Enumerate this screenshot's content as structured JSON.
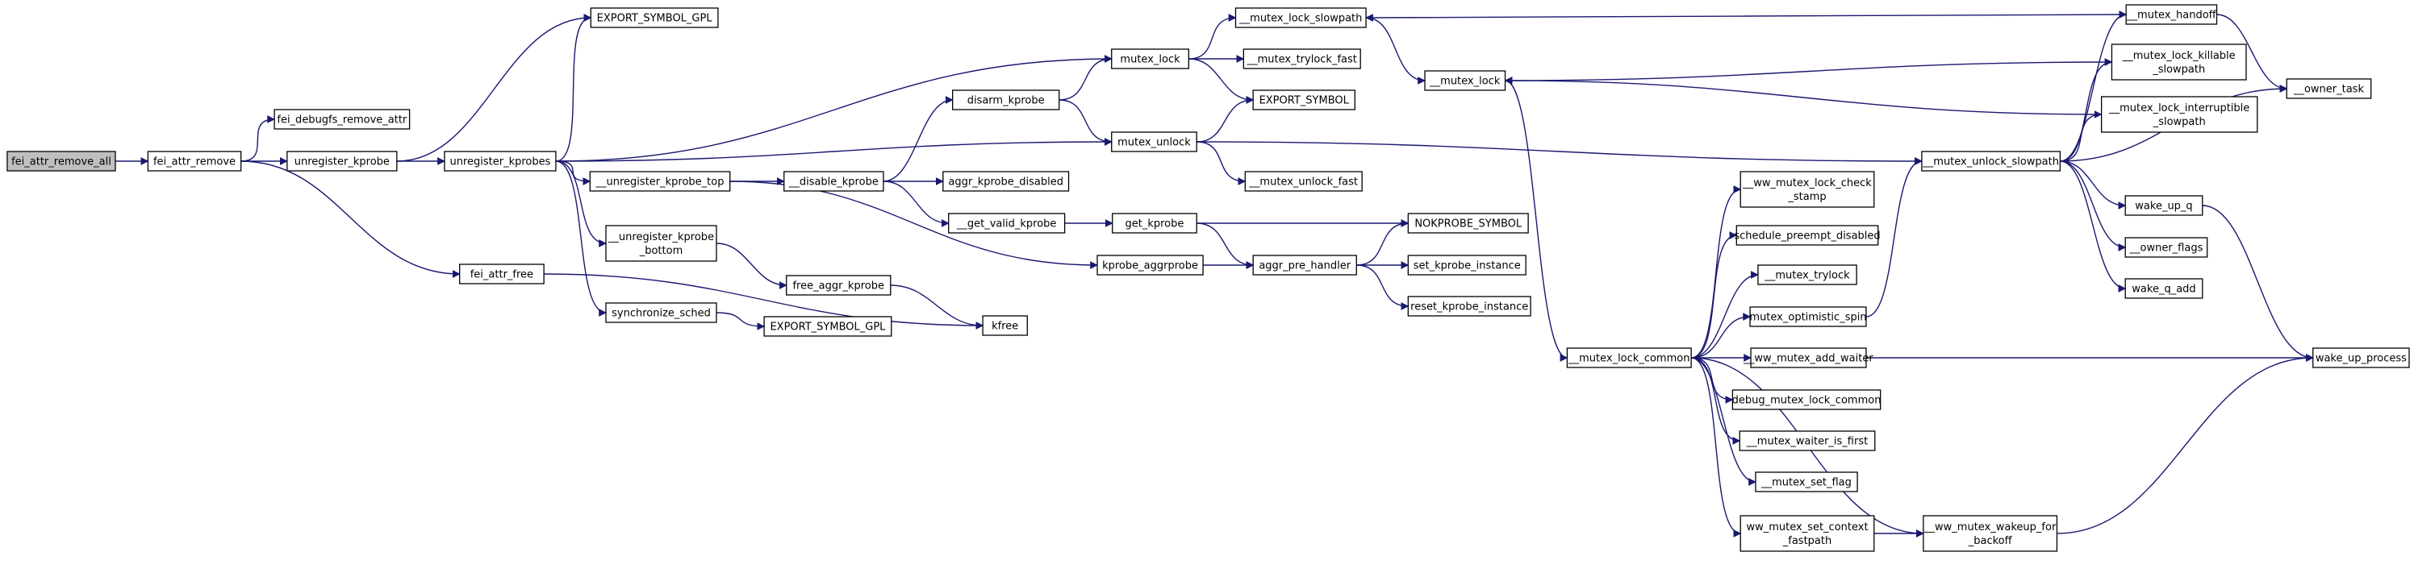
{
  "colors": {
    "edge": "#191970",
    "node_fill": "#ffffff",
    "root_fill": "#bfbfbf",
    "border": "#000000",
    "highlight_border": "#ff0000"
  },
  "nodes": {
    "fei_attr_remove_all": {
      "lines": [
        "fei_attr_remove_all"
      ]
    },
    "fei_attr_remove": {
      "lines": [
        "fei_attr_remove"
      ]
    },
    "fei_debugfs_remove_attr": {
      "lines": [
        "fei_debugfs_remove_attr"
      ]
    },
    "unregister_kprobe": {
      "lines": [
        "unregister_kprobe"
      ]
    },
    "fei_attr_free": {
      "lines": [
        "fei_attr_free"
      ]
    },
    "unregister_kprobes": {
      "lines": [
        "unregister_kprobes"
      ]
    },
    "export_symbol_gpl_1": {
      "lines": [
        "EXPORT_SYMBOL_GPL"
      ]
    },
    "unregister_kprobe_top": {
      "lines": [
        "__unregister_kprobe_top"
      ]
    },
    "unregister_kprobe_bottom": {
      "lines": [
        "__unregister_kprobe",
        "_bottom"
      ]
    },
    "synchronize_sched": {
      "lines": [
        "synchronize_sched"
      ]
    },
    "export_symbol_gpl_2": {
      "lines": [
        "EXPORT_SYMBOL_GPL"
      ]
    },
    "free_aggr_kprobe": {
      "lines": [
        "free_aggr_kprobe"
      ]
    },
    "kfree": {
      "lines": [
        "kfree"
      ]
    },
    "disable_kprobe": {
      "lines": [
        "__disable_kprobe"
      ]
    },
    "disarm_kprobe": {
      "lines": [
        "disarm_kprobe"
      ]
    },
    "aggr_kprobe_disabled": {
      "lines": [
        "aggr_kprobe_disabled"
      ]
    },
    "get_valid_kprobe": {
      "lines": [
        "__get_valid_kprobe"
      ]
    },
    "get_kprobe": {
      "lines": [
        "get_kprobe"
      ]
    },
    "kprobe_aggrprobe": {
      "lines": [
        "kprobe_aggrprobe"
      ]
    },
    "aggr_pre_handler": {
      "lines": [
        "aggr_pre_handler"
      ]
    },
    "nokprobe_symbol": {
      "lines": [
        "NOKPROBE_SYMBOL"
      ]
    },
    "set_kprobe_instance": {
      "lines": [
        "set_kprobe_instance"
      ]
    },
    "reset_kprobe_instance": {
      "lines": [
        "reset_kprobe_instance"
      ]
    },
    "mutex_lock": {
      "lines": [
        "mutex_lock"
      ]
    },
    "mutex_unlock": {
      "lines": [
        "mutex_unlock"
      ]
    },
    "mutex_lock_slowpath": {
      "lines": [
        "__mutex_lock_slowpath"
      ]
    },
    "mutex_trylock_fast": {
      "lines": [
        "__mutex_trylock_fast"
      ]
    },
    "export_symbol": {
      "lines": [
        "EXPORT_SYMBOL"
      ]
    },
    "mutex_unlock_fast": {
      "lines": [
        "__mutex_unlock_fast"
      ]
    },
    "mutex_lock_inner": {
      "lines": [
        "__mutex_lock"
      ]
    },
    "mutex_lock_common": {
      "lines": [
        "__mutex_lock_common"
      ]
    },
    "ww_mutex_lock_check_stamp": {
      "lines": [
        "__ww_mutex_lock_check",
        "_stamp"
      ]
    },
    "schedule_preempt_disabled": {
      "lines": [
        "schedule_preempt_disabled"
      ]
    },
    "mutex_trylock": {
      "lines": [
        "__mutex_trylock"
      ]
    },
    "mutex_optimistic_spin": {
      "lines": [
        "mutex_optimistic_spin"
      ]
    },
    "ww_mutex_add_waiter": {
      "lines": [
        "__ww_mutex_add_waiter"
      ]
    },
    "debug_mutex_lock_common": {
      "lines": [
        "debug_mutex_lock_common"
      ]
    },
    "mutex_waiter_is_first": {
      "lines": [
        "__mutex_waiter_is_first"
      ]
    },
    "mutex_set_flag": {
      "lines": [
        "__mutex_set_flag"
      ]
    },
    "ww_mutex_set_context_fastpath": {
      "lines": [
        "ww_mutex_set_context",
        "_fastpath"
      ]
    },
    "ww_mutex_wakeup_for_backoff": {
      "lines": [
        "__ww_mutex_wakeup_for",
        "_backoff"
      ]
    },
    "mutex_handoff": {
      "lines": [
        "__mutex_handoff"
      ]
    },
    "mutex_lock_killable_slowpath": {
      "lines": [
        "__mutex_lock_killable",
        "_slowpath"
      ]
    },
    "mutex_lock_interruptible_slowpath": {
      "lines": [
        "__mutex_lock_interruptible",
        "_slowpath"
      ]
    },
    "mutex_unlock_slowpath": {
      "lines": [
        "__mutex_unlock_slowpath"
      ]
    },
    "owner_task": {
      "lines": [
        "__owner_task"
      ]
    },
    "wake_up_q": {
      "lines": [
        "wake_up_q"
      ]
    },
    "owner_flags": {
      "lines": [
        "__owner_flags"
      ]
    },
    "wake_q_add": {
      "lines": [
        "wake_q_add"
      ]
    },
    "wake_up_process": {
      "lines": [
        "wake_up_process"
      ]
    }
  },
  "edges": [
    [
      "fei_attr_remove_all",
      "fei_attr_remove"
    ],
    [
      "fei_attr_remove",
      "fei_debugfs_remove_attr"
    ],
    [
      "fei_attr_remove",
      "unregister_kprobe"
    ],
    [
      "fei_attr_remove",
      "fei_attr_free"
    ],
    [
      "unregister_kprobe",
      "unregister_kprobes"
    ],
    [
      "unregister_kprobes",
      "export_symbol_gpl_1"
    ],
    [
      "unregister_kprobe",
      "export_symbol_gpl_1"
    ],
    [
      "unregister_kprobes",
      "mutex_lock"
    ],
    [
      "unregister_kprobes",
      "mutex_unlock"
    ],
    [
      "unregister_kprobes",
      "unregister_kprobe_top"
    ],
    [
      "unregister_kprobes",
      "unregister_kprobe_bottom"
    ],
    [
      "unregister_kprobes",
      "synchronize_sched"
    ],
    [
      "unregister_kprobe_top",
      "disable_kprobe"
    ],
    [
      "unregister_kprobe_top",
      "kprobe_aggrprobe"
    ],
    [
      "unregister_kprobe_bottom",
      "free_aggr_kprobe"
    ],
    [
      "synchronize_sched",
      "export_symbol_gpl_2"
    ],
    [
      "free_aggr_kprobe",
      "kfree"
    ],
    [
      "fei_attr_free",
      "kfree"
    ],
    [
      "disable_kprobe",
      "disarm_kprobe"
    ],
    [
      "disable_kprobe",
      "aggr_kprobe_disabled"
    ],
    [
      "disable_kprobe",
      "get_valid_kprobe"
    ],
    [
      "disarm_kprobe",
      "mutex_lock"
    ],
    [
      "disarm_kprobe",
      "mutex_unlock"
    ],
    [
      "get_valid_kprobe",
      "get_kprobe"
    ],
    [
      "get_kprobe",
      "nokprobe_symbol"
    ],
    [
      "get_kprobe",
      "aggr_pre_handler"
    ],
    [
      "kprobe_aggrprobe",
      "aggr_pre_handler"
    ],
    [
      "aggr_pre_handler",
      "nokprobe_symbol"
    ],
    [
      "aggr_pre_handler",
      "set_kprobe_instance"
    ],
    [
      "aggr_pre_handler",
      "reset_kprobe_instance"
    ],
    [
      "mutex_lock",
      "mutex_lock_slowpath"
    ],
    [
      "mutex_lock",
      "mutex_trylock_fast"
    ],
    [
      "mutex_lock",
      "export_symbol"
    ],
    [
      "mutex_unlock",
      "export_symbol"
    ],
    [
      "mutex_unlock",
      "mutex_unlock_fast"
    ],
    [
      "mutex_unlock",
      "mutex_unlock_slowpath"
    ],
    [
      "mutex_lock_slowpath",
      "mutex_lock_inner"
    ],
    [
      "mutex_lock_inner",
      "mutex_lock_common"
    ],
    [
      "mutex_handoff",
      "mutex_lock_slowpath"
    ],
    [
      "mutex_handoff",
      "owner_task"
    ],
    [
      "mutex_lock_killable_slowpath",
      "mutex_lock_inner"
    ],
    [
      "mutex_lock_interruptible_slowpath",
      "mutex_lock_inner"
    ],
    [
      "mutex_lock_common",
      "ww_mutex_lock_check_stamp"
    ],
    [
      "mutex_lock_common",
      "schedule_preempt_disabled"
    ],
    [
      "mutex_lock_common",
      "mutex_trylock"
    ],
    [
      "mutex_lock_common",
      "mutex_optimistic_spin"
    ],
    [
      "mutex_lock_common",
      "ww_mutex_add_waiter"
    ],
    [
      "mutex_lock_common",
      "debug_mutex_lock_common"
    ],
    [
      "mutex_lock_common",
      "mutex_waiter_is_first"
    ],
    [
      "mutex_lock_common",
      "mutex_set_flag"
    ],
    [
      "mutex_lock_common",
      "ww_mutex_set_context_fastpath"
    ],
    [
      "mutex_lock_common",
      "ww_mutex_wakeup_for_backoff"
    ],
    [
      "ww_mutex_set_context_fastpath",
      "ww_mutex_wakeup_for_backoff"
    ],
    [
      "mutex_optimistic_spin",
      "mutex_unlock_slowpath"
    ],
    [
      "ww_mutex_add_waiter",
      "wake_up_process"
    ],
    [
      "ww_mutex_wakeup_for_backoff",
      "wake_up_process"
    ],
    [
      "mutex_unlock_slowpath",
      "mutex_handoff"
    ],
    [
      "mutex_unlock_slowpath",
      "mutex_lock_killable_slowpath"
    ],
    [
      "mutex_unlock_slowpath",
      "mutex_lock_interruptible_slowpath"
    ],
    [
      "mutex_unlock_slowpath",
      "owner_task"
    ],
    [
      "mutex_unlock_slowpath",
      "wake_up_q"
    ],
    [
      "mutex_unlock_slowpath",
      "owner_flags"
    ],
    [
      "mutex_unlock_slowpath",
      "wake_q_add"
    ],
    [
      "wake_up_q",
      "wake_up_process"
    ]
  ]
}
